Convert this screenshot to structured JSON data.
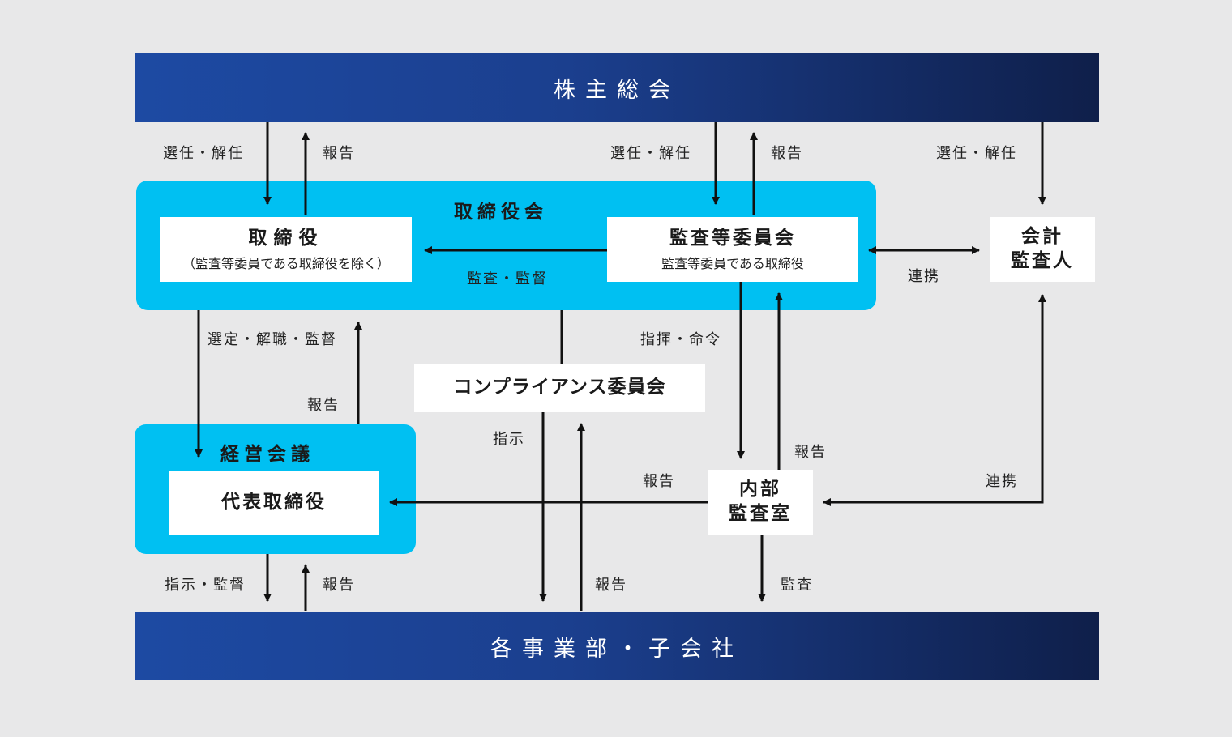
{
  "top_bar": {
    "label": "株主総会"
  },
  "bottom_bar": {
    "label": "各事業部・子会社"
  },
  "board": {
    "title": "取締役会",
    "directors": {
      "title": "取締役",
      "subtitle": "（監査等委員である取締役を除く）"
    },
    "audit_committee": {
      "title": "監査等委員会",
      "subtitle": "監査等委員である取締役"
    }
  },
  "auditor": {
    "line1": "会計",
    "line2": "監査人"
  },
  "compliance": {
    "title": "コンプライアンス委員会"
  },
  "management": {
    "title": "経営会議",
    "ceo": {
      "title": "代表取締役"
    }
  },
  "internal_audit": {
    "line1": "内部",
    "line2": "監査室"
  },
  "labels": {
    "elect_dismiss_1": "選任・解任",
    "report_1": "報告",
    "elect_dismiss_2": "選任・解任",
    "report_2": "報告",
    "elect_dismiss_3": "選任・解任",
    "audit_supervise": "監査・監督",
    "cooperation_1": "連携",
    "select_supervise": "選定・解職・監督",
    "report_3": "報告",
    "command_order": "指揮・命令",
    "instruct": "指示",
    "report_4": "報告",
    "report_5": "報告",
    "cooperation_2": "連携",
    "instruct_supervise": "指示・監督",
    "report_6": "報告",
    "report_7": "報告",
    "audit": "監査"
  },
  "colors": {
    "navy_start": "#1d4aa3",
    "navy_end": "#0f1f4a",
    "cyan": "#00c0f2",
    "background": "#e8e8e9"
  }
}
